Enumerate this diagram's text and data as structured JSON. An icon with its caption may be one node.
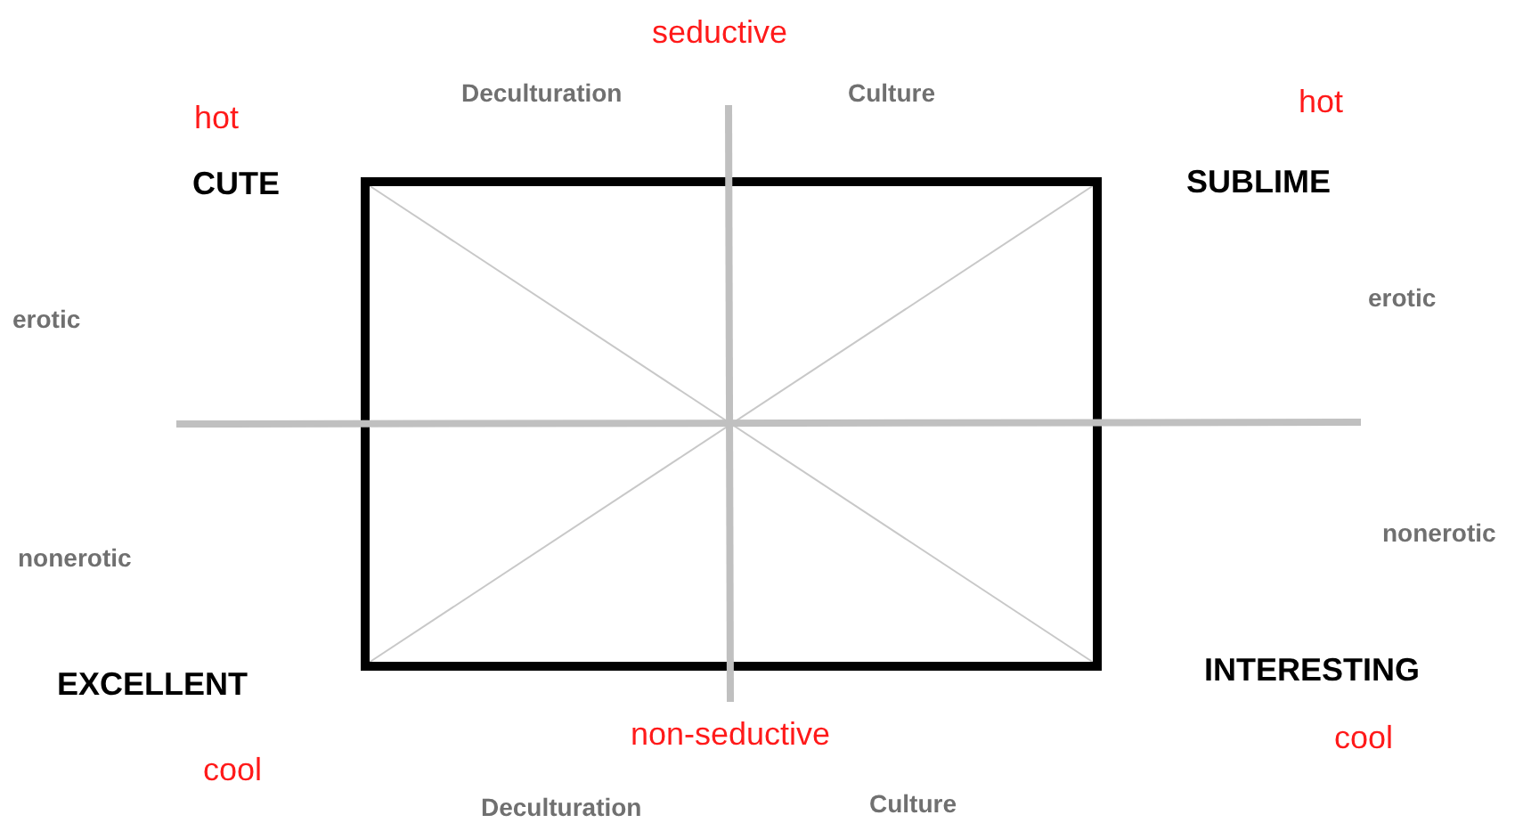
{
  "diagram": {
    "labels": [
      "seductive",
      "Deculturation",
      "Culture",
      "hot",
      "hot",
      "CUTE",
      "SUBLIME",
      "erotic",
      "erotic",
      "nonerotic",
      "nonerotic",
      "INTERESTING",
      "EXCELLENT",
      "non-seductive",
      "cool",
      "cool",
      "Deculturation",
      "Culture"
    ]
  }
}
